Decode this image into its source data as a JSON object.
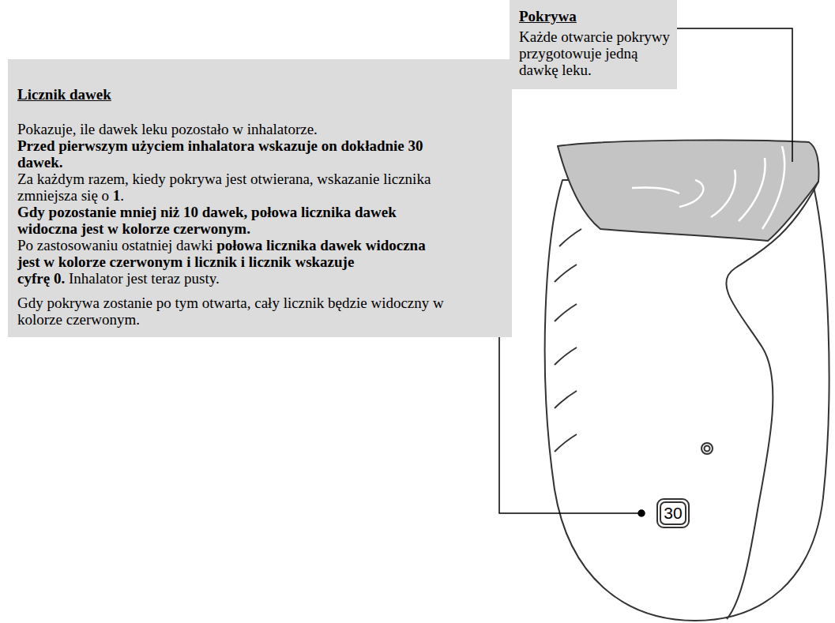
{
  "diagram": {
    "nodes": [
      {
        "text": [
          "Licznik dawek",
          "Pokazuje, ile dawek leku pozostało w inhalatorze.",
          "Przed pierwszym użyciem inhalatora wskazuje on dokładnie 30 dawek.",
          "Za każdym razem, kiedy pokrywa jest otwierana, wskazanie licznika zmniejsza się o",
          "1",
          ".",
          "Gdy pozostanie mniej niż 10 dawek, połowa licznika dawek widoczna jest w kolorze czerwonym.",
          "Po zastosowaniu ostatniej dawki",
          "połowa licznika dawek widoczna jest w kolorze czerwonym i licznik i licznik wskazuje cyfrę",
          "0.",
          "Inhalator jest teraz pusty.",
          "Gdy pokrywa zostanie po tym otwarta, cały licznik będzie widoczny w kolorze czerwonym."
        ]
      },
      {
        "text": [
          "Pokrywa",
          "Każde otwarcie pokrywy przygotowuje jedną dawkę leku."
        ]
      }
    ],
    "labels": [
      "30"
    ]
  }
}
